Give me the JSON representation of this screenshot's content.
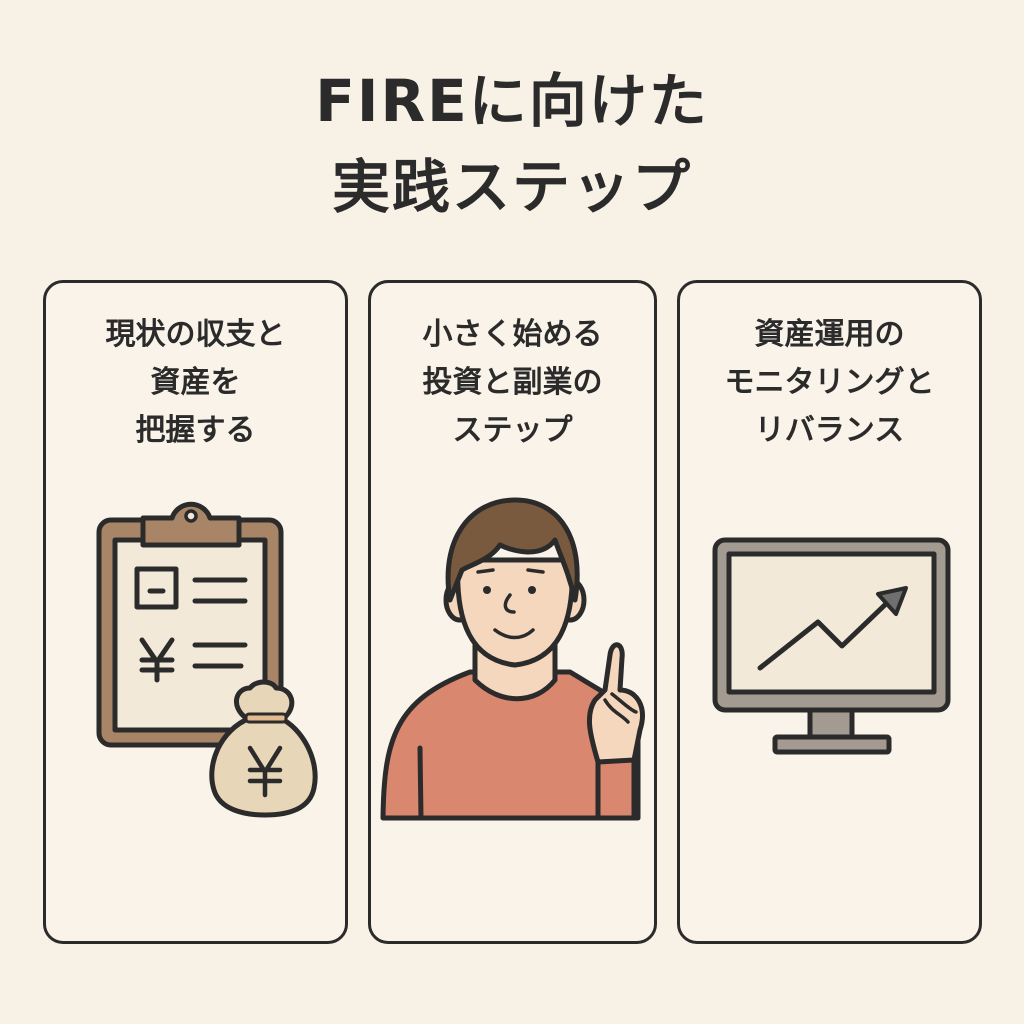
{
  "title": {
    "line1": "FIREに向けた",
    "line2": "実践ステップ"
  },
  "panels": [
    {
      "lines": [
        "現状の収支と",
        "資産を",
        "把握する"
      ],
      "icon": "clipboard-money-bag-icon"
    },
    {
      "lines": [
        "小さく始める",
        "投資と副業の",
        "ステップ"
      ],
      "icon": "person-pointing-icon"
    },
    {
      "lines": [
        "資産運用の",
        "モニタリングと",
        "リバランス"
      ],
      "icon": "monitor-chart-icon"
    }
  ],
  "icon_glyphs": {
    "yen": "¥"
  },
  "colors": {
    "background": "#f8f1e6",
    "outline": "#2b2b2b",
    "brown": "#a88566",
    "paper": "#f3e9d8",
    "shirt": "#d9876f",
    "skin": "#f5d7bd",
    "hair": "#7a5a3e"
  }
}
